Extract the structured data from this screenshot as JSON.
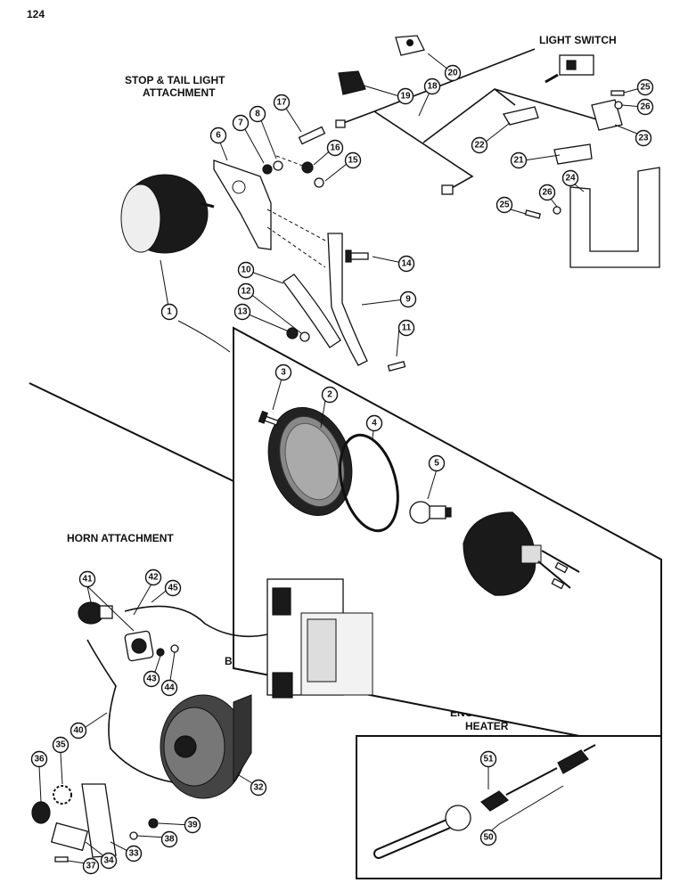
{
  "page_number": "124",
  "titles": {
    "stop_tail_line1": "STOP & TAIL LIGHT",
    "stop_tail_line2": "ATTACHMENT",
    "light_switch": "LIGHT SWITCH",
    "horn": "HORN ATTACHMENT",
    "batt": "BATT.",
    "heater_line1": "ENG. BLOCK",
    "heater_line2": "HEATER"
  },
  "callouts": [
    "1",
    "2",
    "3",
    "4",
    "5",
    "6",
    "7",
    "8",
    "9",
    "10",
    "11",
    "12",
    "13",
    "14",
    "15",
    "16",
    "17",
    "18",
    "19",
    "20",
    "21",
    "22",
    "23",
    "24",
    "25",
    "25",
    "26",
    "26",
    "32",
    "33",
    "34",
    "35",
    "36",
    "37",
    "38",
    "39",
    "40",
    "41",
    "42",
    "43",
    "44",
    "45",
    "50",
    "51"
  ]
}
